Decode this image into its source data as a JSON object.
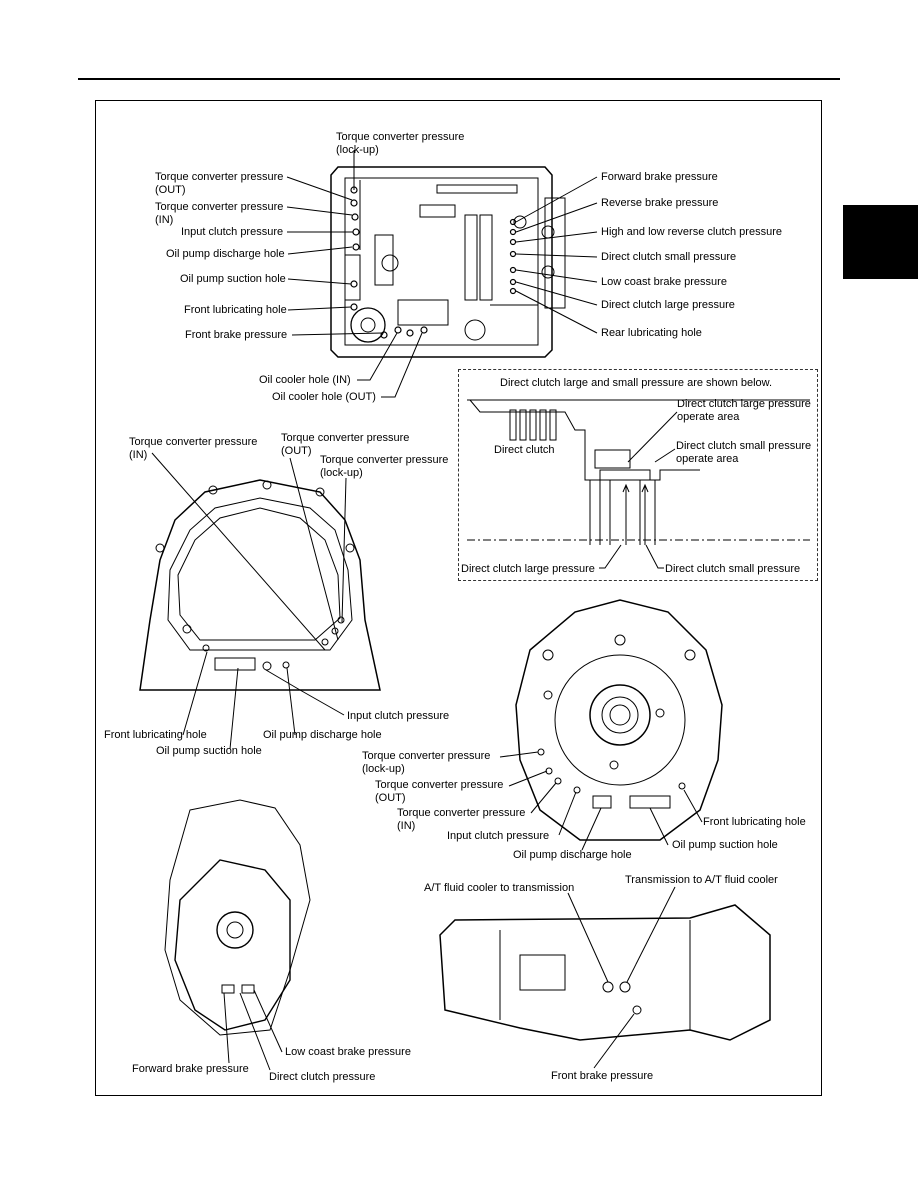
{
  "diagrams": {
    "top": {
      "labels_left": [
        "Torque converter pressure\n(lock-up)",
        "Torque converter pressure\n(OUT)",
        "Torque converter pressure\n(IN)",
        "Input clutch pressure",
        "Oil pump discharge hole",
        "Oil pump suction hole",
        "Front lubricating hole",
        "Front brake pressure"
      ],
      "labels_right": [
        "Forward brake pressure",
        "Reverse brake pressure",
        "High and low reverse clutch pressure",
        "Direct clutch small pressure",
        "Low coast brake pressure",
        "Direct clutch large pressure",
        "Rear lubricating hole"
      ],
      "labels_bottom": [
        "Oil cooler hole (IN)",
        "Oil cooler hole (OUT)"
      ]
    },
    "inset": {
      "caption": "Direct clutch large and small pressure are shown below.",
      "labels": [
        "Direct clutch large pressure\noperate area",
        "Direct clutch small pressure\noperate area",
        "Direct clutch",
        "Direct clutch large pressure",
        "Direct clutch small pressure"
      ]
    },
    "middle_left": {
      "labels": [
        "Torque converter pressure\n(IN)",
        "Torque converter pressure\n(OUT)",
        "Torque converter pressure\n(lock-up)",
        "Input clutch pressure",
        "Front lubricating hole",
        "Oil pump discharge hole",
        "Oil pump suction hole"
      ]
    },
    "middle_right": {
      "labels": [
        "Torque converter pressure\n(lock-up)",
        "Torque converter pressure\n(OUT)",
        "Torque converter pressure\n(IN)",
        "Input clutch pressure",
        "Front lubricating hole",
        "Oil pump discharge hole",
        "Oil pump suction hole"
      ]
    },
    "bottom_left": {
      "labels": [
        "Low coast brake pressure",
        "Forward brake pressure",
        "Direct clutch pressure"
      ]
    },
    "bottom_right": {
      "labels": [
        "A/T fluid cooler to transmission",
        "Transmission to A/T fluid cooler",
        "Front brake pressure"
      ]
    }
  }
}
